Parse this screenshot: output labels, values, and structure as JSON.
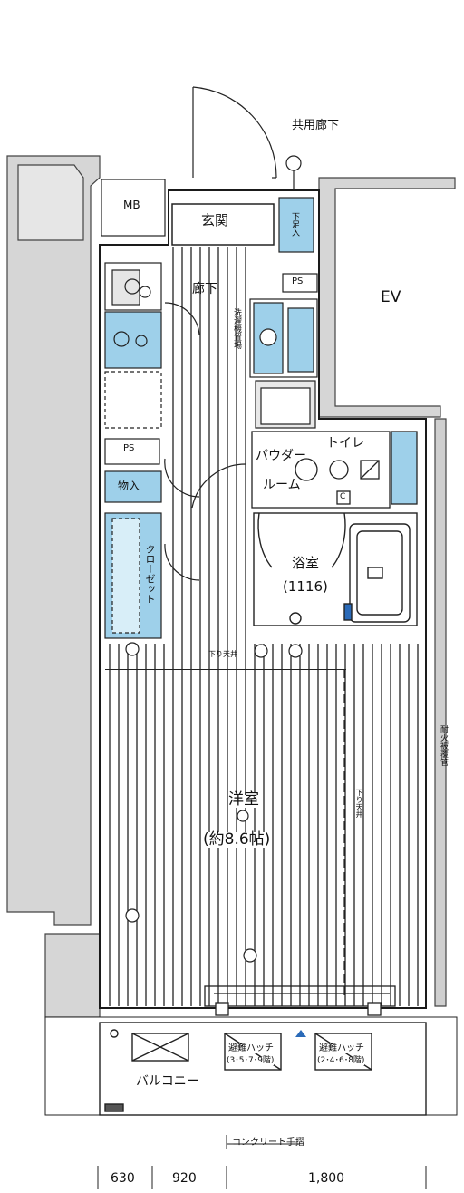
{
  "labels": {
    "corridor": "共用廊下",
    "ev": "EV",
    "mb": "MB",
    "entrance": "玄関",
    "shoe_box": "下足入",
    "ps_top": "PS",
    "hallway": "廊下",
    "washer_space": "洗濯機置場",
    "ps_mid": "PS",
    "storage": "物入",
    "powder_room_1": "パウダー",
    "powder_room_2": "ルーム",
    "toilet": "トイレ",
    "closet": "クローゼット",
    "bath": "浴室",
    "bath_size": "(1116)",
    "western_room": "洋室",
    "room_size": "(約8.6帖)",
    "balcony": "バルコニー",
    "hatch_1": "避難ハッチ",
    "hatch_1_floors": "(3･5･7･9階)",
    "hatch_2": "避難ハッチ",
    "hatch_2_floors": "(2･4･6･8階)",
    "concrete_rail": "コンクリート手摺",
    "fire_pipe": "耐火被覆管",
    "ceiling_drop": "下り天井",
    "ceiling_drop_2": "下り天井",
    "c_mark": "C"
  },
  "dimensions": [
    "630",
    "920",
    "1,800"
  ],
  "colors": {
    "line": "#1a1a1a",
    "accent_blue": "#9ed0ea",
    "wall": "#bdbdbd",
    "floor_line": "#333333"
  }
}
